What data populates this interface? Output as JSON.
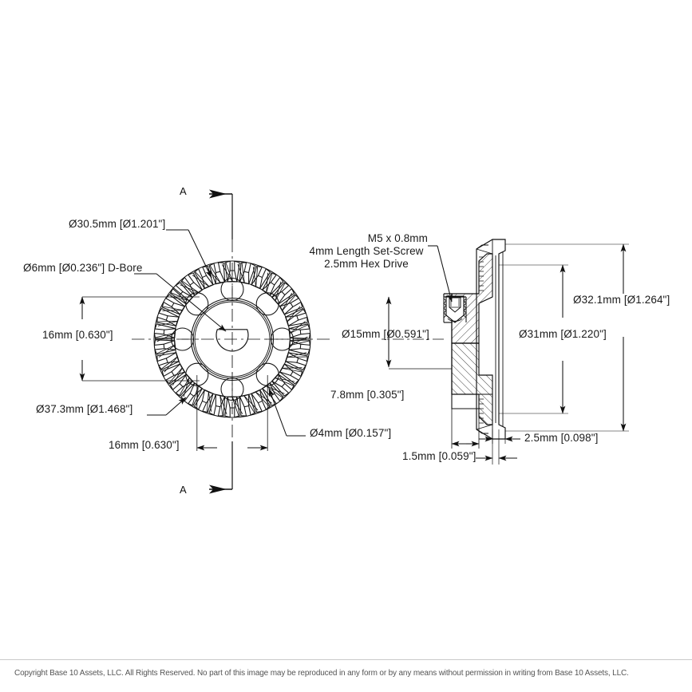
{
  "drawing": {
    "title": "Bevel Gear Assembly Drawing",
    "sheet_size": [
      867,
      867
    ],
    "line_color": "#111111",
    "text_color": "#1a1a1a",
    "background": "#ffffff"
  },
  "section_markers": {
    "top_letter": "A",
    "bottom_letter": "A"
  },
  "front_view": {
    "name": "front-view-gear",
    "callouts": {
      "pitch_diameter": "Ø30.5mm [Ø1.201\"]",
      "d_bore": "Ø6mm [Ø0.236\"] D-Bore",
      "outer_diameter": "Ø37.3mm [Ø1.468\"]",
      "hole_diameter": "Ø4mm [Ø0.157\"]"
    },
    "dimensions": {
      "vertical_bolt_circle": "16mm [0.630\"]",
      "horizontal_bolt_circle": "16mm [0.630\"]"
    }
  },
  "section_view": {
    "name": "section-view-a-a",
    "set_screw_note": {
      "line1": "M5 x 0.8mm",
      "line2": "4mm Length Set-Screw",
      "line3": "2.5mm Hex Drive"
    },
    "dimensions": {
      "hub_diameter": "Ø15mm [Ø0.591\"]",
      "hub_length": "7.8mm [0.305\"]",
      "gear_body_diameter": "Ø31mm [Ø1.220\"]",
      "gear_outer_diameter": "Ø32.1mm [Ø1.264\"]",
      "web_thickness": "1.5mm [0.059\"]",
      "rim_thickness": "2.5mm [0.098\"]"
    }
  },
  "footer": {
    "copyright": "Copyright Base 10 Assets, LLC.  All Rights Reserved. No part of this image may be reproduced in any form or by any means without permission in writing from Base 10 Assets, LLC."
  }
}
